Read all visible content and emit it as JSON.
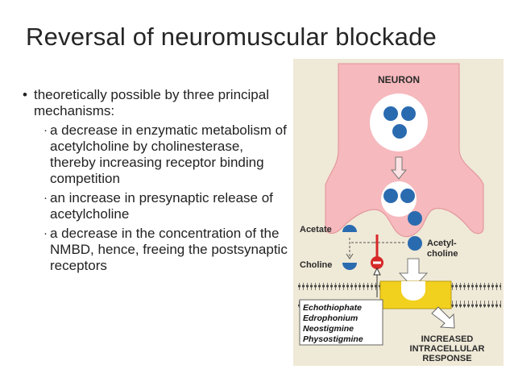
{
  "slide": {
    "title": "Reversal of neuromuscular blockade",
    "bullets": [
      {
        "text": "theoretically possible by three principal mechanisms:",
        "sub": [
          "a decrease in enzymatic metabolism of acetylcholine by cholinesterase, thereby increasing receptor binding competition",
          "an increase in presynaptic release of acetylcholine",
          "a decrease in the concentration of the NMBD, hence, freeing the postsynaptic receptors"
        ]
      }
    ]
  },
  "figure": {
    "neuron_label": "NEURON",
    "acetate_label": "Acetate",
    "choline_label": "Choline",
    "acetylcholine_label_line1": "Acetyl-",
    "acetylcholine_label_line2": "choline",
    "drugs": [
      "Echothiophate",
      "Edrophonium",
      "Neostigmine",
      "Physostigmine"
    ],
    "response_line1": "INCREASED",
    "response_line2": "INTRACELLULAR",
    "response_line3": "RESPONSE",
    "colors": {
      "neuron": "#f6b9bd",
      "vesicle": "#2a6bb0",
      "receptor": "#f2d01e",
      "inhibitor": "#d62828"
    }
  }
}
